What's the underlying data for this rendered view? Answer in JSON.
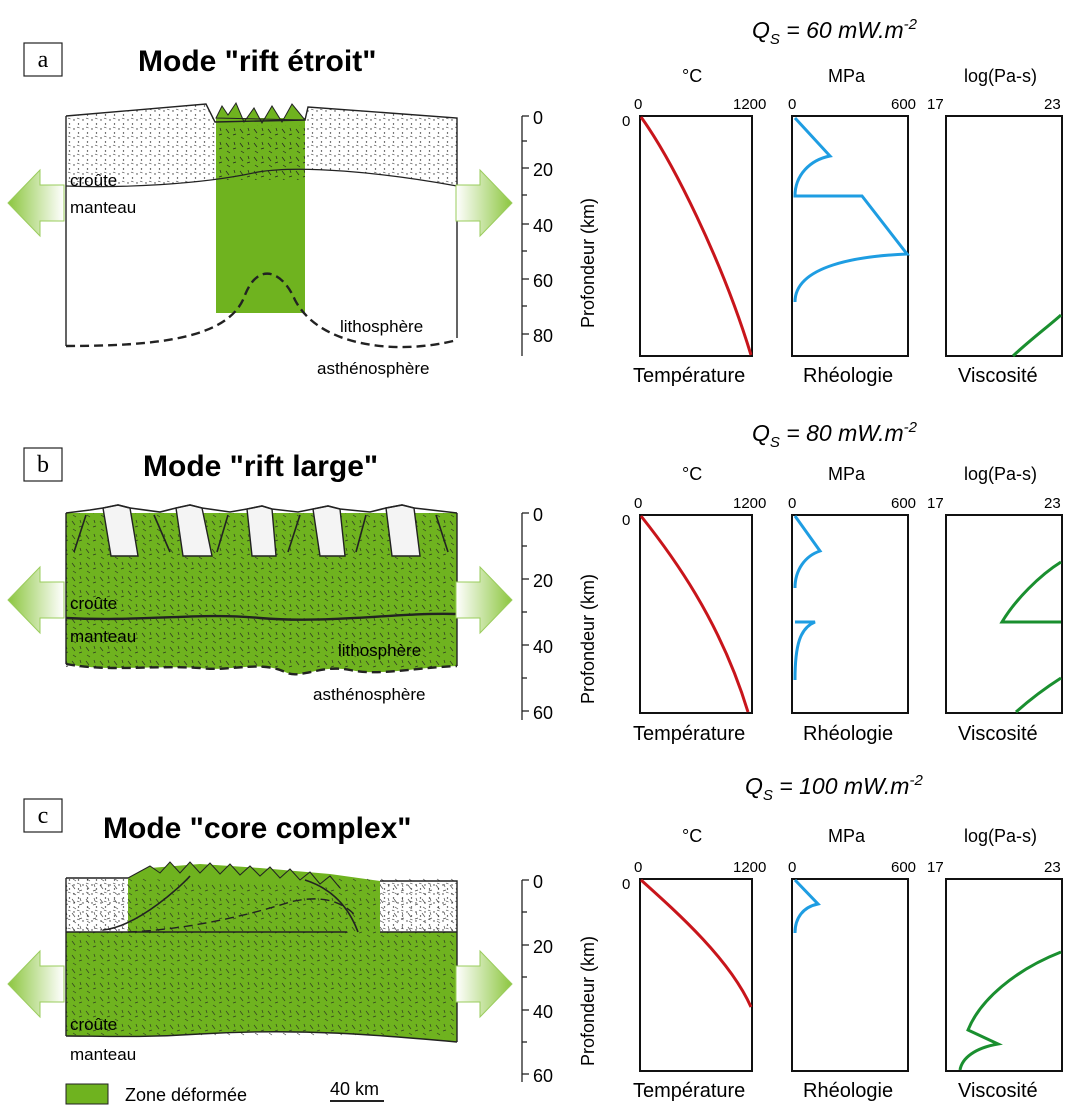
{
  "colors": {
    "deformed": "#6fb31f",
    "temperature": "#c8151b",
    "rheology": "#1e9de2",
    "viscosity": "#1a8f2f",
    "arrow": "#8cc63f"
  },
  "axis_title": "Profondeur (km)",
  "plot_units": {
    "temperature": "°C",
    "rheology": "MPa",
    "viscosity": "log(Pa-s)"
  },
  "plot_ticks": {
    "t_min": "0",
    "t_max": "1200",
    "r_min": "0",
    "r_max": "600",
    "v_min": "17",
    "v_max": "23",
    "top_zero": "0"
  },
  "plot_names": {
    "temperature": "Température",
    "rheology": "Rhéologie",
    "viscosity": "Viscosité"
  },
  "panels": [
    {
      "letter": "a",
      "title": "Mode \"rift étroit\"",
      "qs_prefix": "Q",
      "qs_sub": "S",
      "qs_value": " = 60 mW.m",
      "qs_exp": "-2",
      "depth_ticks": [
        "0",
        "20",
        "40",
        "60",
        "80"
      ],
      "labels": {
        "crust": "croûte",
        "mantle": "manteau",
        "lithosphere": "lithosphère",
        "asthenosphere": "asthénosphère"
      }
    },
    {
      "letter": "b",
      "title": "Mode \"rift large\"",
      "qs_prefix": "Q",
      "qs_sub": "S",
      "qs_value": " = 80 mW.m",
      "qs_exp": "-2",
      "depth_ticks": [
        "0",
        "20",
        "40",
        "60"
      ],
      "labels": {
        "crust": "croûte",
        "mantle": "manteau",
        "lithosphere": "lithosphère",
        "asthenosphere": "asthénosphère"
      }
    },
    {
      "letter": "c",
      "title": "Mode \"core complex\"",
      "qs_prefix": "Q",
      "qs_sub": "S",
      "qs_value": " = 100 mW.m",
      "qs_exp": "-2",
      "depth_ticks": [
        "0",
        "20",
        "40",
        "60"
      ],
      "labels": {
        "crust": "croûte",
        "mantle": "manteau"
      }
    }
  ],
  "legend": {
    "label": "Zone déformée",
    "scale": "40 km"
  }
}
